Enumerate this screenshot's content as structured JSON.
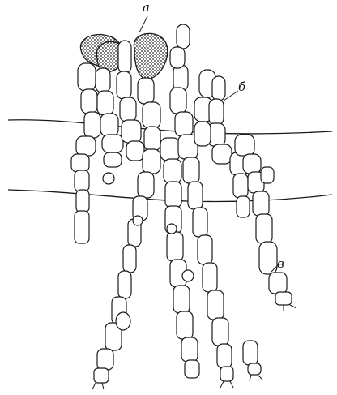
{
  "figure": {
    "labels": {
      "a": "a",
      "b": "б",
      "c": "в"
    },
    "colors": {
      "ink": "#1a1a1a",
      "stipple": "#2b2b2b",
      "background": "#ffffff"
    },
    "icons": [
      "fungal-hyphae-drawing",
      "spore-sac-stippled"
    ]
  }
}
